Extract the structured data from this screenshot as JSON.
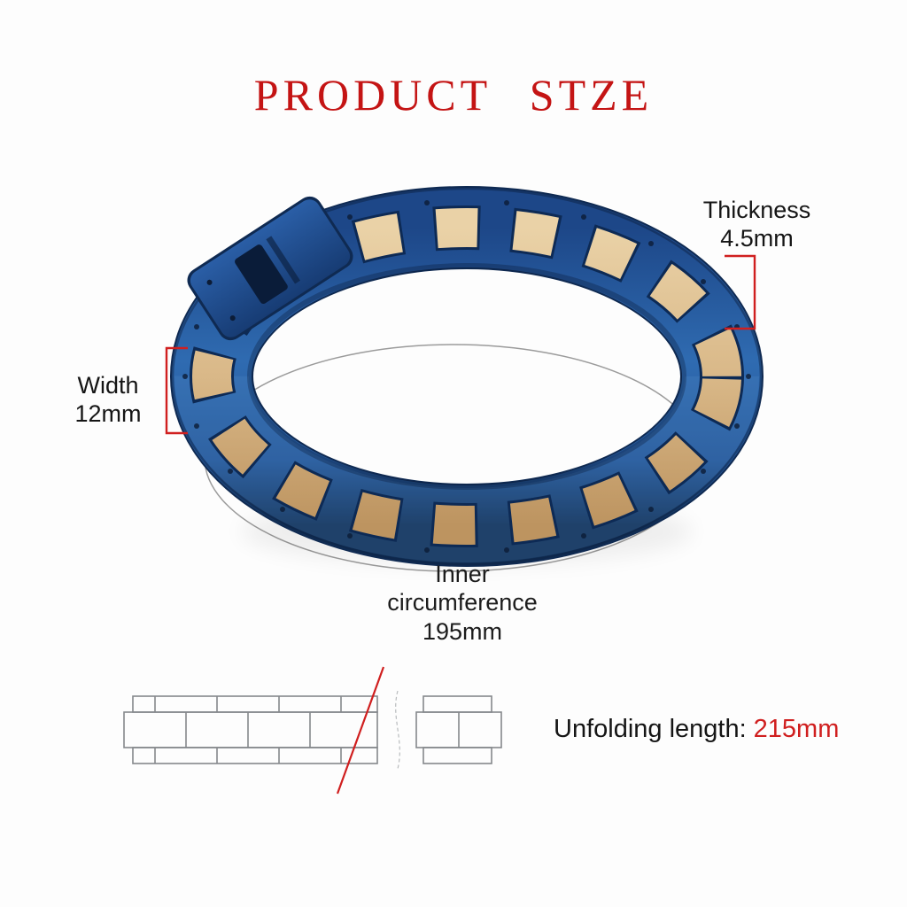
{
  "title": "PRODUCT STZE",
  "annotations": {
    "thickness": {
      "label": "Thickness",
      "value": "4.5mm"
    },
    "width": {
      "label": "Width",
      "value": "12mm"
    },
    "inner_circumference": {
      "lines": [
        "Inner",
        "circumference",
        "195mm"
      ]
    },
    "unfolding_length": {
      "label": "Unfolding length:",
      "value": "215mm"
    }
  },
  "colors": {
    "accent_red": "#d01f1f",
    "title_red": "#c41414",
    "band_blue": "#2f6bb1",
    "band_blue_dark": "#123158",
    "wood_light": "#ead2a7",
    "wood_dark": "#bd9460",
    "outline_gray": "#85888c",
    "text_dark": "#151515",
    "background": "#fdfdfd"
  }
}
